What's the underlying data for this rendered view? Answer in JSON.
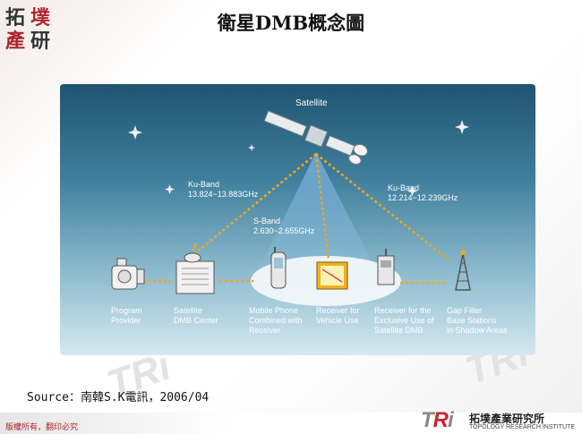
{
  "title": "衛星DMB概念圖",
  "logo_chars": [
    "拓",
    "墣",
    "產",
    "研"
  ],
  "diagram": {
    "satellite_label": "Satellite",
    "band_left": "Ku-Band\n13.824~13.883GHz",
    "band_center": "S-Band\n2.630~2.655GHz",
    "band_right": "Ku-Band\n12.214~12.239GHz",
    "nodes": [
      {
        "label": "Program\nProvider"
      },
      {
        "label": "Satellite\nDMB Center"
      },
      {
        "label": "Mobile Phone\nCombined with\nReceiver"
      },
      {
        "label": "Receiver for\nVehicle Use"
      },
      {
        "label": "Receiver for the\nExclusive Use of\nSatellite DMB"
      },
      {
        "label": "Gap Filler\nBase Stations\nin Shadow Areas"
      }
    ]
  },
  "source": "Source：南韓S.K電訊，2006/04",
  "footer": {
    "copyright": "版權所有，翻印必究",
    "brand_t": "T",
    "brand_r": "R",
    "brand_i": "i",
    "org_cn": "拓墣產業研究所",
    "org_en": "TOPOLOGY RESEARCH INSTITUTE"
  },
  "colors": {
    "accent": "#b0232b",
    "diagram_sky": "#3f7f9d",
    "link": "#f2a51c"
  }
}
